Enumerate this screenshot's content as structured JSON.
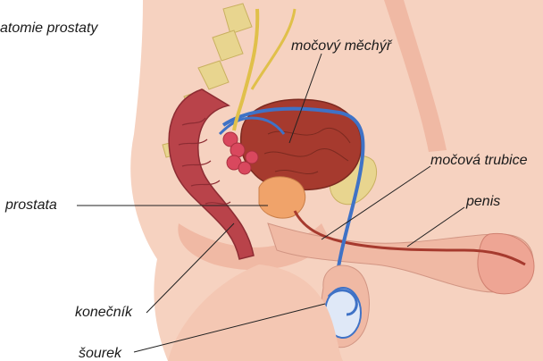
{
  "title": "atomie prostaty",
  "labels": {
    "bladder": "močový měchýř",
    "urethra": "močová trubice",
    "prostate": "prostata",
    "penis": "penis",
    "rectum": "konečník",
    "scrotum": "šourek"
  },
  "colors": {
    "skin": "#f6d2c0",
    "flesh": "#f0b9a4",
    "muscle": "#c95a55",
    "rectum": "#b9434a",
    "bladder": "#a63a2e",
    "bone": "#e8d58f",
    "vas": "#3f72c6",
    "nerve": "#e0c04a",
    "seminal": "#d9485e",
    "prostate": "#f0a36a",
    "leader": "#222222"
  }
}
